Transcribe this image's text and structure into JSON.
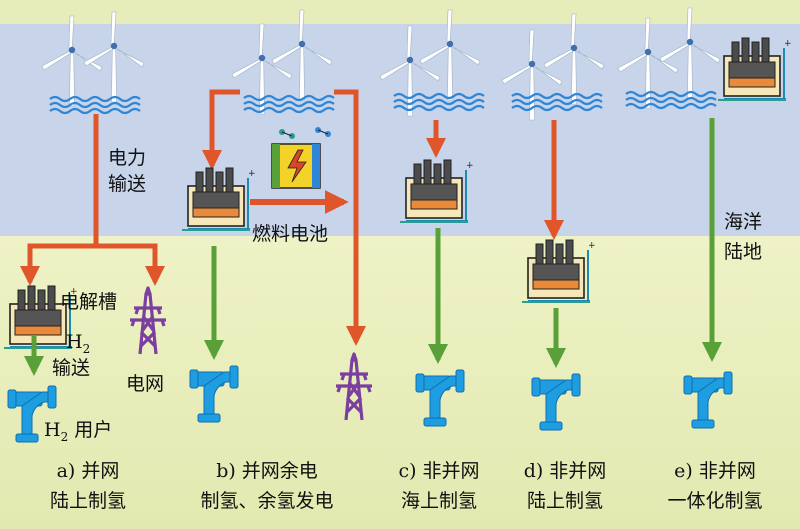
{
  "labels": {
    "power_transmission": [
      "电力",
      "输送"
    ],
    "fuel_cell": "燃料电池",
    "electrolyzer": "电解槽",
    "h2_transport_h": "H",
    "h2_transport_sub": "2",
    "h2_transport_text": "输送",
    "grid": "电网",
    "h2_user_h": "H",
    "h2_user_sub": "2",
    "h2_user_text": "用户",
    "ocean_land": [
      "海洋",
      "陆地"
    ]
  },
  "captions": [
    {
      "id": "a",
      "line1": "a) 并网",
      "line2": "陆上制氢"
    },
    {
      "id": "b",
      "line1": "b) 并网余电",
      "line2": "制氢、余氢发电"
    },
    {
      "id": "c",
      "line1": "c) 非并网",
      "line2": "海上制氢"
    },
    {
      "id": "d",
      "line1": "d) 非并网",
      "line2": "陆上制氢"
    },
    {
      "id": "e",
      "line1": "e) 非并网",
      "line2": "一体化制氢"
    }
  ],
  "colors": {
    "sea_band": "#c7d4ea",
    "land_band": "#e6ecba",
    "power_arrow": "#e0562a",
    "hydrogen_arrow": "#5aa038",
    "grid_tower": "#7b3fa0",
    "h2_user": "#1e9ee0",
    "water": "#2f86d6"
  },
  "icons": [
    "wind-turbine-icon",
    "electrolyzer-icon",
    "fuel-cell-icon",
    "grid-tower-icon",
    "h2-user-pipe-icon",
    "water-wave-icon"
  ]
}
